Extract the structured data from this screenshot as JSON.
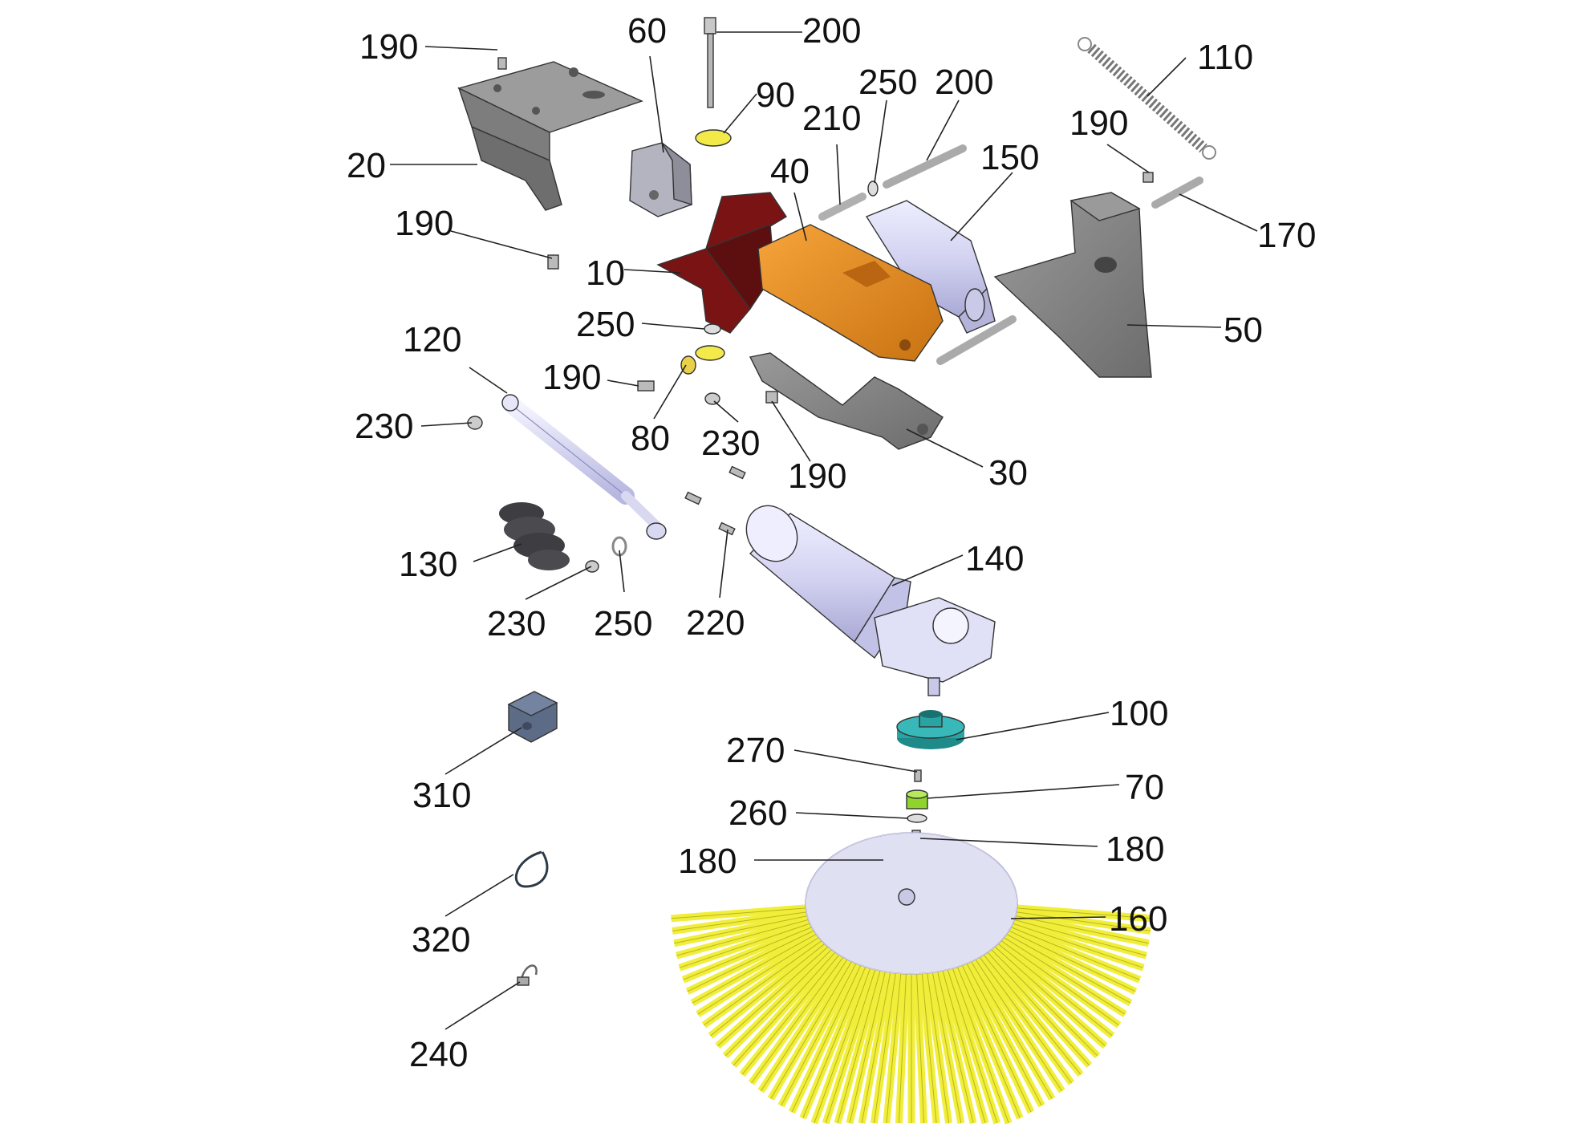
{
  "labels": {
    "l190a": "190",
    "l60": "60",
    "l200a": "200",
    "l90": "90",
    "l250a": "250",
    "l200b": "200",
    "l110": "110",
    "l210": "210",
    "l20": "20",
    "l40": "40",
    "l150": "150",
    "l190b": "190",
    "l190c": "190",
    "l170": "170",
    "l10": "10",
    "l250b": "250",
    "l50": "50",
    "l120": "120",
    "l190d": "190",
    "l230a": "230",
    "l80": "80",
    "l230b": "230",
    "l190e": "190",
    "l30": "30",
    "l130": "130",
    "l140": "140",
    "l230c": "230",
    "l250c": "250",
    "l220": "220",
    "l100": "100",
    "l270": "270",
    "l310": "310",
    "l70": "70",
    "l260": "260",
    "l180a": "180",
    "l180b": "180",
    "l160": "160",
    "l320": "320",
    "l240": "240"
  },
  "colors": {
    "bracket_gray": "#7b7b7b",
    "dark_gray": "#5a5a5c",
    "frame_red": "#7a1414",
    "arm_orange": "#e08a1e",
    "motor_lavender": "#d6d6f2",
    "hub_teal": "#2aa3a3",
    "bush_green": "#8fd42a",
    "washer_yellow": "#f3ea4a",
    "bristle_yellow": "#f1ee3a",
    "disc_lavender": "#dfe0f2",
    "boot_dark": "#3e3e42",
    "box_slate": "#5d6c86"
  }
}
